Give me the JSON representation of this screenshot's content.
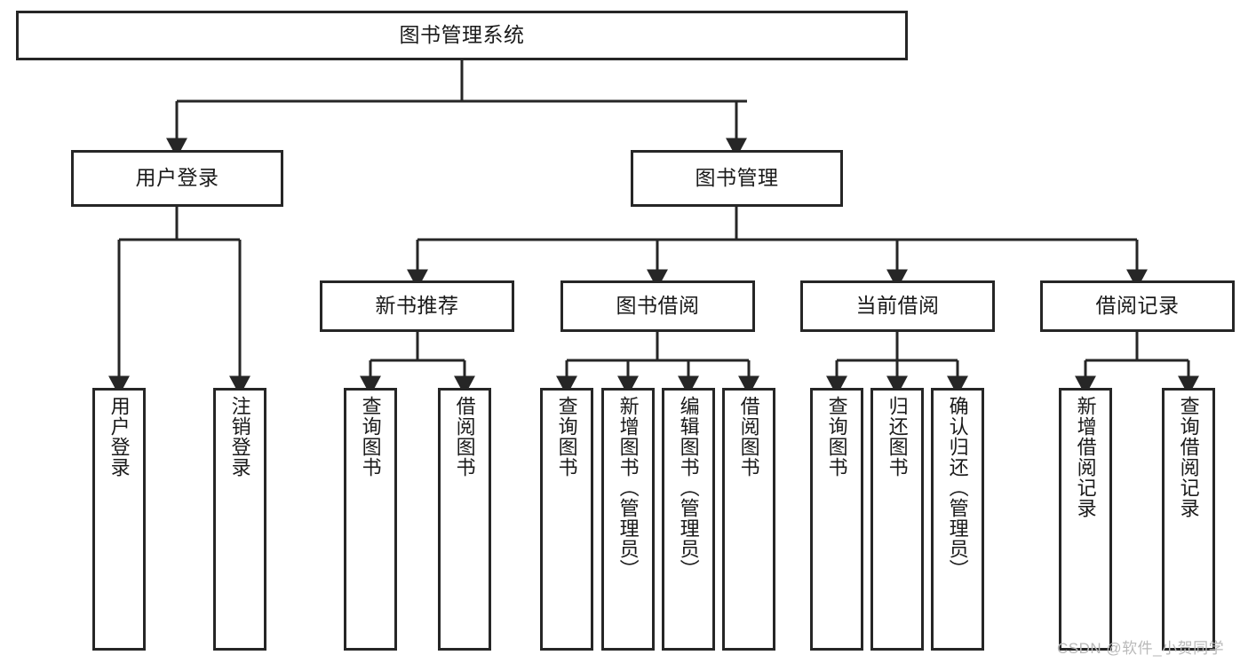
{
  "diagram": {
    "type": "tree-hierarchy-diagram",
    "title": "图书管理系统",
    "orientation": "top-down",
    "colors": {
      "box_border": "#262626",
      "box_fill": "#ffffff",
      "connector": "#262626",
      "text": "#1a1a1a",
      "watermark": "#b9b9b9",
      "background": "#ffffff"
    },
    "root": {
      "id": "root",
      "label": "图书管理系统"
    },
    "level2": [
      {
        "id": "user-login",
        "label": "用户登录"
      },
      {
        "id": "book-management",
        "label": "图书管理"
      }
    ],
    "level3": [
      {
        "id": "new-book-recommend",
        "label": "新书推荐"
      },
      {
        "id": "book-borrow",
        "label": "图书借阅"
      },
      {
        "id": "current-borrow",
        "label": "当前借阅"
      },
      {
        "id": "borrow-record",
        "label": "借阅记录"
      }
    ],
    "leaves": {
      "user-login": [
        {
          "id": "leaf-user-login",
          "label": "用户登录"
        },
        {
          "id": "leaf-logout-login",
          "label": "注销登录"
        }
      ],
      "new-book-recommend": [
        {
          "id": "leaf-query-book-1",
          "label": "查询图书"
        },
        {
          "id": "leaf-borrow-book-1",
          "label": "借阅图书"
        }
      ],
      "book-borrow": [
        {
          "id": "leaf-query-book-2",
          "label": "查询图书"
        },
        {
          "id": "leaf-add-book",
          "label": "新增图书（管理员）"
        },
        {
          "id": "leaf-edit-book",
          "label": "编辑图书（管理员）"
        },
        {
          "id": "leaf-borrow-book-2",
          "label": "借阅图书"
        }
      ],
      "current-borrow": [
        {
          "id": "leaf-query-book-3",
          "label": "查询图书"
        },
        {
          "id": "leaf-return-book",
          "label": "归还图书"
        },
        {
          "id": "leaf-confirm-return",
          "label": "确认归还（管理员）"
        }
      ],
      "borrow-record": [
        {
          "id": "leaf-add-record",
          "label": "新增借阅记录"
        },
        {
          "id": "leaf-query-record",
          "label": "查询借阅记录"
        }
      ]
    }
  },
  "watermark": {
    "text": "CSDN @软件_小贺同学"
  }
}
